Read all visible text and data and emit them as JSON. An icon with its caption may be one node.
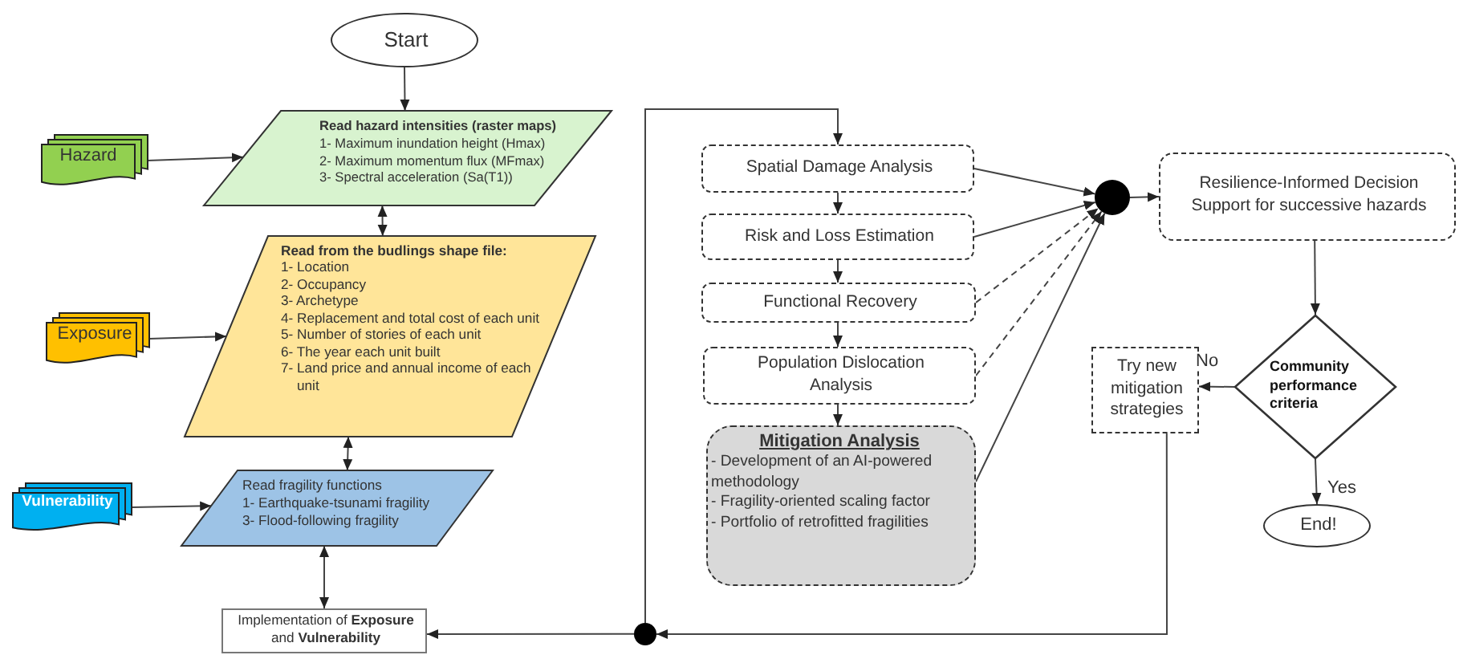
{
  "diagram": {
    "nodes": [
      {
        "text": [
          "Start"
        ]
      },
      {
        "text": [
          "Hazard"
        ]
      },
      {
        "text": [
          "Read hazard intensities (raster maps)",
          "1- Maximum inundation height (Hmax)",
          "2- Maximum momentum flux (MFmax)",
          "3- Spectral acceleration (Sa(T1))"
        ]
      },
      {
        "text": [
          "Exposure"
        ]
      },
      {
        "text": [
          "Read from the budlings shape file:",
          "1- Location",
          "2- Occupancy",
          "3- Archetype",
          "4- Replacement and total cost of each unit",
          "5- Number of stories of each unit",
          "6- The year each unit built",
          "7- Land price and annual income of each unit"
        ]
      },
      {
        "text": [
          "Vulnerability"
        ]
      },
      {
        "text": [
          "Read fragility functions",
          "1- Earthquake-tsunami fragility",
          "3- Flood-following fragility"
        ]
      },
      {
        "text": [
          "Implementation of **Exposure** and **Vulnerability**"
        ]
      },
      {
        "text": [],
        "shape": "circle"
      },
      {
        "text": [
          "Spatial Damage Analysis"
        ]
      },
      {
        "text": [
          "Risk and Loss Estimation"
        ]
      },
      {
        "text": [
          "Functional Recovery"
        ]
      },
      {
        "text": [
          "Population Dislocation Analysis"
        ]
      },
      {
        "text": [
          "Mitigation Analysis",
          "- Development of an AI-powered methodology",
          "- Fragility-oriented scaling factor",
          "- Portfolio of retrofitted fragilities"
        ]
      },
      {
        "text": [],
        "shape": "circle"
      },
      {
        "text": [
          "Resilience-Informed Decision Support for successive hazards"
        ]
      },
      {
        "text": [
          "Community performance criteria"
        ]
      },
      {
        "text": [
          "Try new mitigation strategies"
        ]
      },
      {
        "text": [
          "End!"
        ]
      }
    ],
    "edges": [
      {
        "from": 0,
        "to": 2,
        "arrow": "to"
      },
      {
        "from": 1,
        "to": 2,
        "arrow": "to"
      },
      {
        "from": 2,
        "to": 4,
        "arrow": "both"
      },
      {
        "from": 3,
        "to": 4,
        "arrow": "to"
      },
      {
        "from": 4,
        "to": 6,
        "arrow": "both"
      },
      {
        "from": 5,
        "to": 6,
        "arrow": "to"
      },
      {
        "from": 6,
        "to": 7,
        "arrow": "both"
      },
      {
        "from": 8,
        "to": 7,
        "arrow": "to"
      },
      {
        "from": 17,
        "to": 8,
        "arrow": "to"
      },
      {
        "from": 8,
        "to": 9,
        "arrow": "to"
      },
      {
        "from": 9,
        "to": 10,
        "arrow": "to"
      },
      {
        "from": 10,
        "to": 11,
        "arrow": "to"
      },
      {
        "from": 11,
        "to": 12,
        "arrow": "to"
      },
      {
        "from": 12,
        "to": 13,
        "arrow": "to"
      },
      {
        "from": 9,
        "to": 14,
        "arrow": "to"
      },
      {
        "from": 10,
        "to": 14,
        "arrow": "to"
      },
      {
        "from": 11,
        "to": 14,
        "arrow": "to",
        "style": "dashed"
      },
      {
        "from": 12,
        "to": 14,
        "arrow": "to",
        "style": "dashed"
      },
      {
        "from": 13,
        "to": 14,
        "arrow": "to"
      },
      {
        "from": 14,
        "to": 15,
        "arrow": "to"
      },
      {
        "from": 15,
        "to": 16,
        "arrow": "to"
      },
      {
        "from": 16,
        "to": 17,
        "arrow": "to",
        "label": "No"
      },
      {
        "from": 16,
        "to": 18,
        "arrow": "to",
        "label": "Yes"
      }
    ]
  }
}
